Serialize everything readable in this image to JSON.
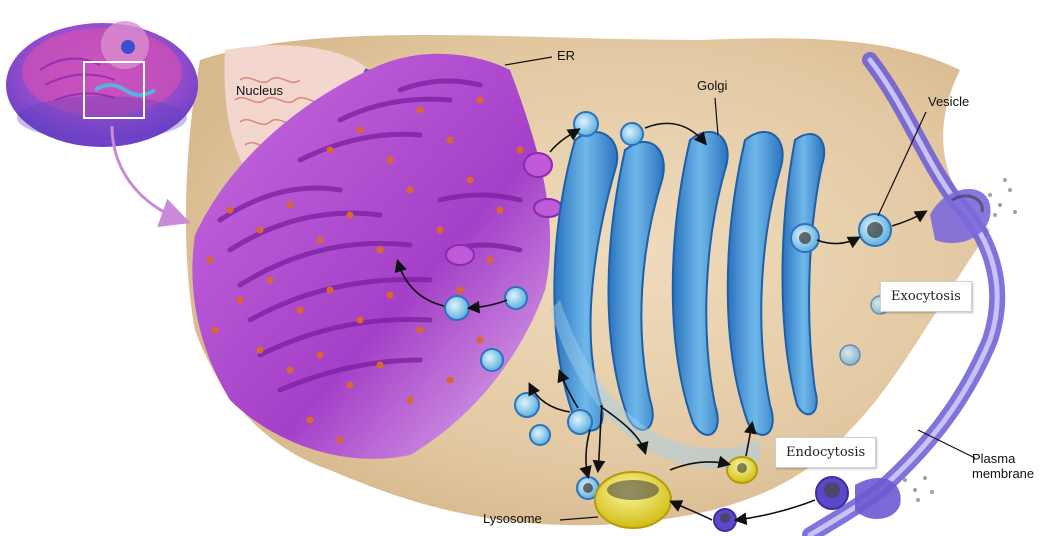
{
  "labels": {
    "er": "ER",
    "nucleus": "Nucleus",
    "golgi": "Golgi",
    "vesicle": "Vesicle",
    "exocytosis": "Exocytosis",
    "endocytosis": "Endocytosis",
    "lysosome": "Lysosome",
    "plasma_membrane_line1": "Plasma",
    "plasma_membrane_line2": "membrane"
  },
  "colors": {
    "cytoplasm": "#e8d3b3",
    "er": "#b04ad0",
    "golgi": "#3a8fd6",
    "lysosome": "#e6d42a",
    "membrane": "#5b4fd0",
    "ribosome": "#d9682c"
  }
}
